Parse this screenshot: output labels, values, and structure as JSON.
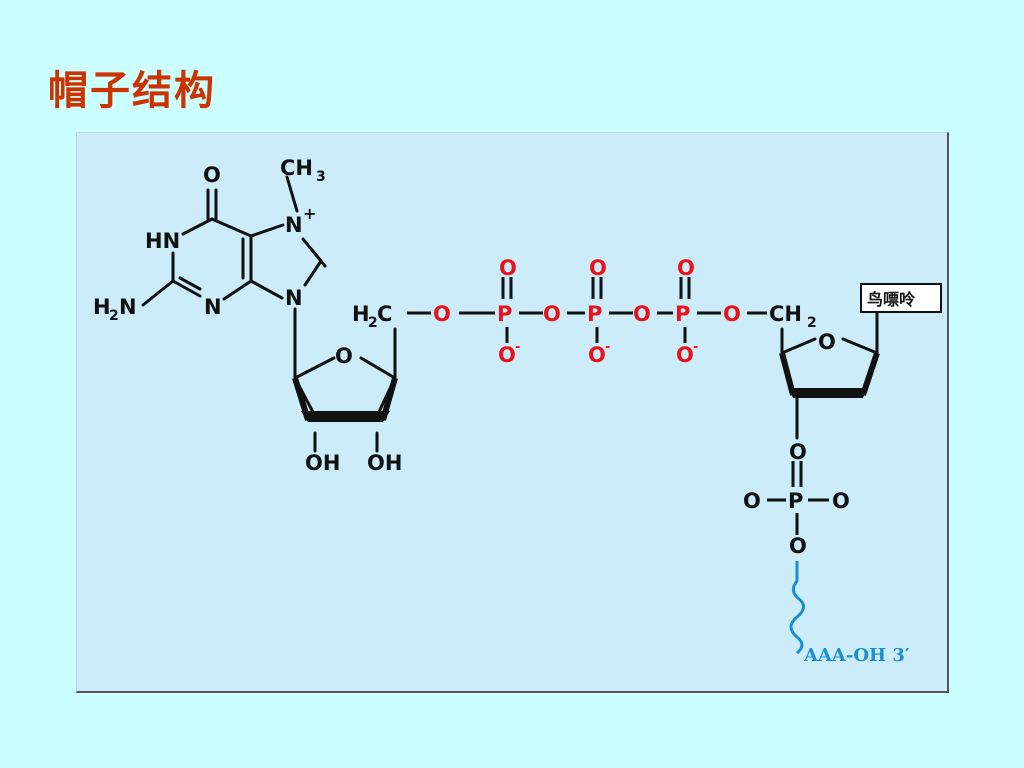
{
  "slide": {
    "title": "帽子结构"
  },
  "colors": {
    "background": "#ccffff",
    "panel": "#ccecfa",
    "title": "#cc3300",
    "bond": "#111111",
    "phosphate": "#e8121b",
    "rna_tail": "#1a8ed0"
  },
  "structure": {
    "guanine": {
      "carbonyl_o": "O",
      "methyl_c": "CH",
      "methyl_sub": "3",
      "n7": "N",
      "n7_charge": "+",
      "n1h": "HN",
      "amino_h": "H",
      "amino_sub": "2",
      "amino_n": "N",
      "n3": "N",
      "n9": "N"
    },
    "ribose_left": {
      "ring_o": "O",
      "oh_2": "OH",
      "oh_3": "OH",
      "ch2_h": "H",
      "ch2_sub": "2",
      "ch2_c": "C"
    },
    "triphosphate": {
      "bridge_o": "O",
      "phosphorus": "P",
      "double_o": "O",
      "anion_o": "O",
      "anion_charge": "-"
    },
    "ribose_right": {
      "ch2": "CH",
      "ch2_sub": "2",
      "ring_o": "O",
      "base_label": "鸟嘌呤"
    },
    "phosphodiester": {
      "o_top": "O",
      "p": "P",
      "o_left": "O",
      "o_right": "O",
      "o_bottom": "O"
    },
    "tail_label": "AAA-OH 3′"
  }
}
